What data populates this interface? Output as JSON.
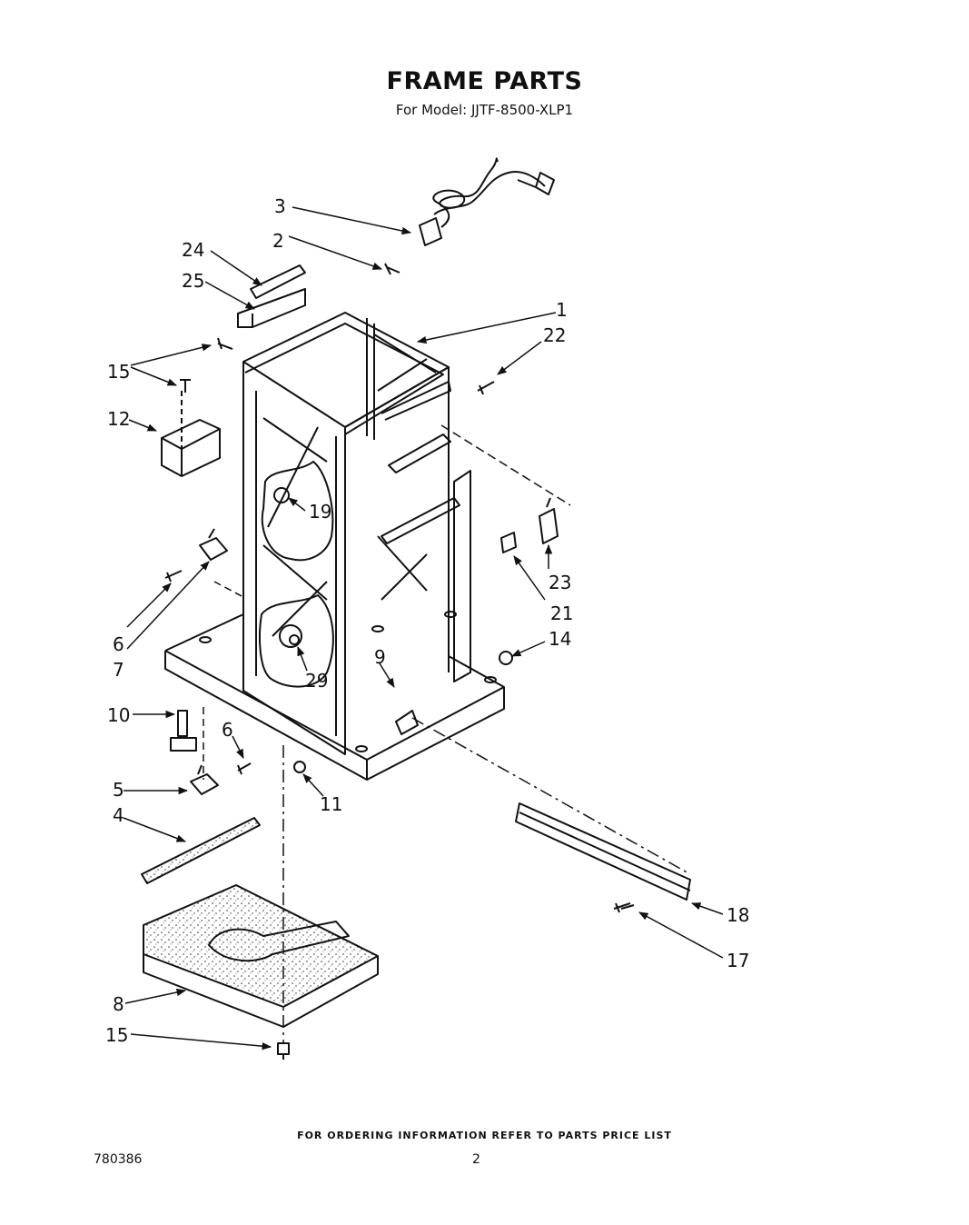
{
  "header": {
    "title": "FRAME PARTS",
    "subtitle": "For Model: JJTF-8500-XLP1"
  },
  "callouts": [
    {
      "id": "c1",
      "label": "1"
    },
    {
      "id": "c2",
      "label": "2"
    },
    {
      "id": "c3",
      "label": "3"
    },
    {
      "id": "c4",
      "label": "4"
    },
    {
      "id": "c5",
      "label": "5"
    },
    {
      "id": "c6a",
      "label": "6"
    },
    {
      "id": "c6b",
      "label": "6"
    },
    {
      "id": "c7",
      "label": "7"
    },
    {
      "id": "c8",
      "label": "8"
    },
    {
      "id": "c9",
      "label": "9"
    },
    {
      "id": "c10",
      "label": "10"
    },
    {
      "id": "c11",
      "label": "11"
    },
    {
      "id": "c12",
      "label": "12"
    },
    {
      "id": "c14",
      "label": "14"
    },
    {
      "id": "c15a",
      "label": "15"
    },
    {
      "id": "c15b",
      "label": "15"
    },
    {
      "id": "c17",
      "label": "17"
    },
    {
      "id": "c18",
      "label": "18"
    },
    {
      "id": "c19",
      "label": "19"
    },
    {
      "id": "c21",
      "label": "21"
    },
    {
      "id": "c22",
      "label": "22"
    },
    {
      "id": "c23",
      "label": "23"
    },
    {
      "id": "c24",
      "label": "24"
    },
    {
      "id": "c25",
      "label": "25"
    },
    {
      "id": "c29",
      "label": "29"
    }
  ],
  "footer": {
    "ordering_note": "FOR ORDERING INFORMATION REFER TO PARTS PRICE LIST",
    "document_number": "780386",
    "page_number": "2"
  }
}
